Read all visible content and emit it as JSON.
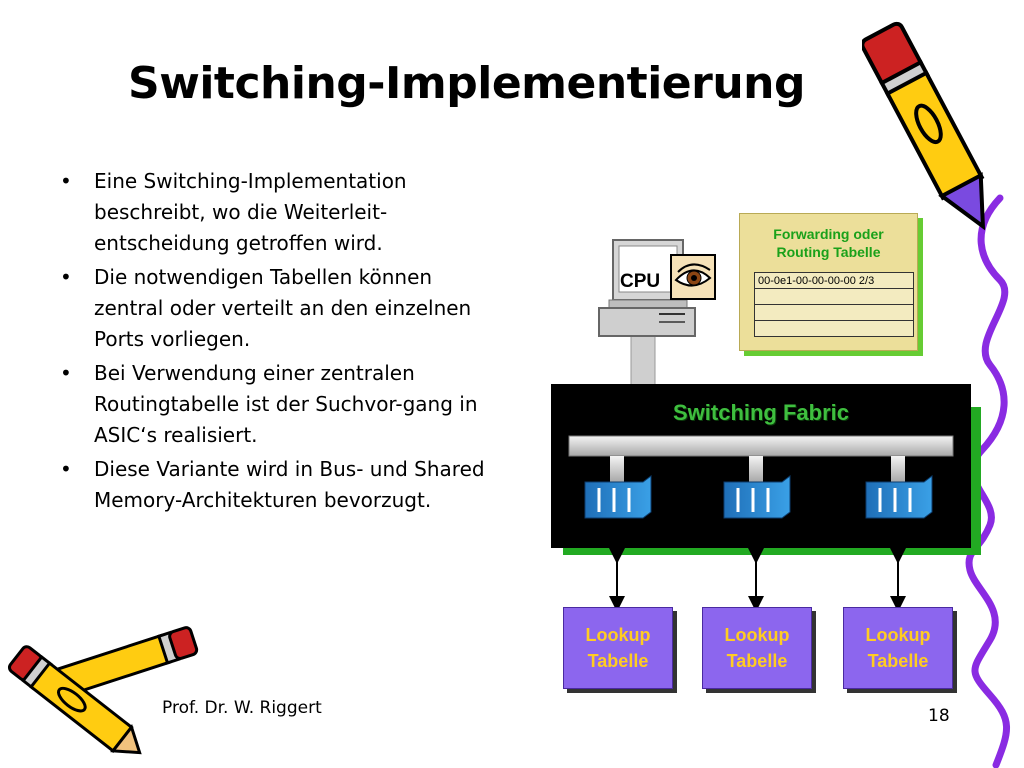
{
  "slide": {
    "title": "Switching-Implementierung",
    "bullets": [
      "Eine Switching-Implementation beschreibt, wo die Weiterleit-entscheidung getroffen wird.",
      "Die notwendigen Tabellen können zentral oder verteilt an den einzelnen Ports vorliegen.",
      "Bei Verwendung einer zentralen Routingtabelle ist der Suchvor-gang in ASIC‘s realisiert.",
      "Diese Variante wird in Bus- und Shared Memory-Architekturen bevorzugt."
    ],
    "author": "Prof. Dr. W. Riggert",
    "page_number": "18"
  },
  "diagram": {
    "cpu_label": "CPU",
    "forwarding_table": {
      "title": "Forwarding oder\nRouting  Tabelle",
      "rows": [
        "00-0e1-00-00-00-00  2/3",
        "",
        "",
        ""
      ]
    },
    "fabric_label": "Switching Fabric",
    "lookup_tables": [
      "Lookup\nTabelle",
      "Lookup\nTabelle",
      "Lookup\nTabelle"
    ],
    "icons": [
      "pencil-icon",
      "eye-icon",
      "computer-icon",
      "port-icon"
    ],
    "colors": {
      "fabric_background": "#000000",
      "fabric_text": "#3fbf3f",
      "fabric_shadow": "#22aa22",
      "lookup_fill": "#8c66ee",
      "lookup_text": "#ffcc22",
      "table_fill": "#ecdf9a",
      "table_title": "#1aa11a",
      "port_fill": "#2a8fd6",
      "bus": "#c8c8c8"
    }
  }
}
